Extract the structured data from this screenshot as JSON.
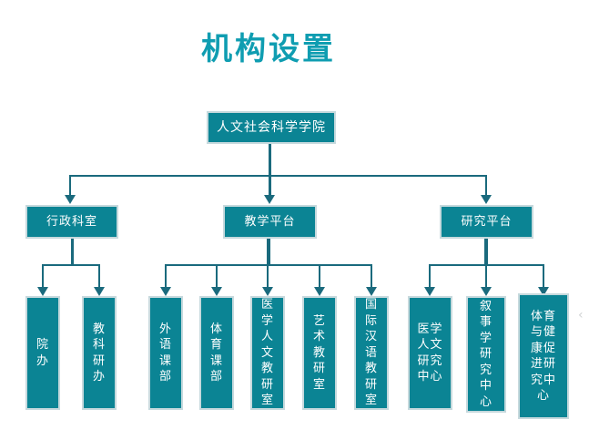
{
  "page": {
    "title": "机构设置"
  },
  "colors": {
    "node_fill": "#0b8494",
    "node_border": "#c6d9dd",
    "node_text": "#ffffff",
    "connector": "#1a6a7d",
    "title_text": "#0f9db1"
  },
  "org_chart": {
    "type": "org-tree",
    "root": {
      "label": "人文社会科学学院"
    },
    "level2": [
      {
        "label": "行政科室"
      },
      {
        "label": "教学平台"
      },
      {
        "label": "研究平台"
      }
    ],
    "level3": [
      {
        "label": "院\n办",
        "parent": "行政科室"
      },
      {
        "label": "教\n科\n研\n办",
        "parent": "行政科室"
      },
      {
        "label": "外\n语\n课\n部",
        "parent": "教学平台"
      },
      {
        "label": "体\n育\n课\n部",
        "parent": "教学平台"
      },
      {
        "label": "医\n学\n人\n文\n教\n研\n室",
        "parent": "教学平台"
      },
      {
        "label": "艺\n术\n教\n研\n室",
        "parent": "教学平台"
      },
      {
        "label": "国\n际\n汉\n语\n教\n研\n室",
        "parent": "教学平台"
      },
      {
        "label": "医学\n人文\n研究\n中心",
        "parent": "研究平台"
      },
      {
        "label": "叙\n事\n学\n研\n究\n中\n心",
        "parent": "研究平台"
      },
      {
        "label": "体育\n与健\n康促\n进研\n究中\n心",
        "parent": "研究平台"
      }
    ]
  },
  "icons": {
    "edge_chevron": "‹"
  }
}
